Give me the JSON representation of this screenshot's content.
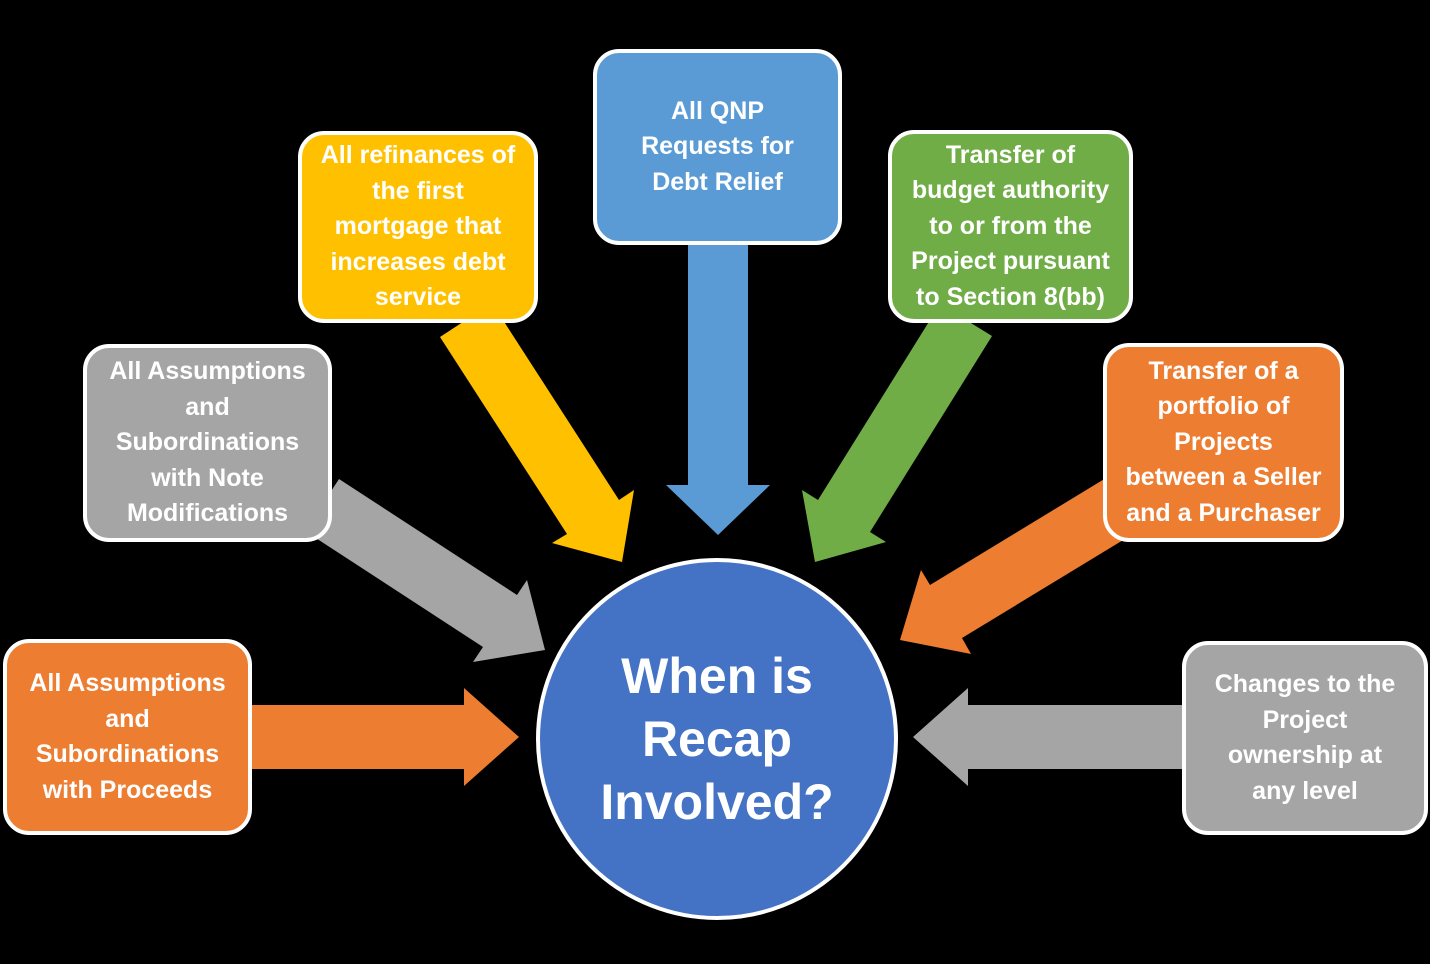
{
  "diagram": {
    "title": "When is Recap Involved?",
    "background_color": "#000000",
    "text_color": "#FFFFFF"
  },
  "colors": {
    "yellow": "#FFC000",
    "blue": "#5B9BD5",
    "green": "#70AD47",
    "gray": "#A5A5A5",
    "orange": "#ED7D31",
    "center_blue": "#4472C4",
    "border_white": "#FFFFFF"
  },
  "center": {
    "label": "When is\nRecap\nInvolved?"
  },
  "nodes": [
    {
      "id": "refinances",
      "color": "yellow",
      "label": "All refinances of\nthe first\nmortgage that\nincreases debt\nservice"
    },
    {
      "id": "qnp",
      "color": "blue",
      "label": "All QNP\nRequests for\nDebt Relief"
    },
    {
      "id": "budget-authority",
      "color": "green",
      "label": "Transfer of\nbudget authority\nto or from the\nProject pursuant\nto Section 8(bb)"
    },
    {
      "id": "note-modifications",
      "color": "gray",
      "label": "All Assumptions\nand\nSubordinations\nwith Note\nModifications"
    },
    {
      "id": "portfolio",
      "color": "orange",
      "label": "Transfer of a\nportfolio of\nProjects\nbetween a Seller\nand a Purchaser"
    },
    {
      "id": "proceeds",
      "color": "orange",
      "label": "All Assumptions\nand\nSubordinations\nwith Proceeds"
    },
    {
      "id": "ownership",
      "color": "gray",
      "label": "Changes to the\nProject\nownership at\nany level"
    }
  ]
}
